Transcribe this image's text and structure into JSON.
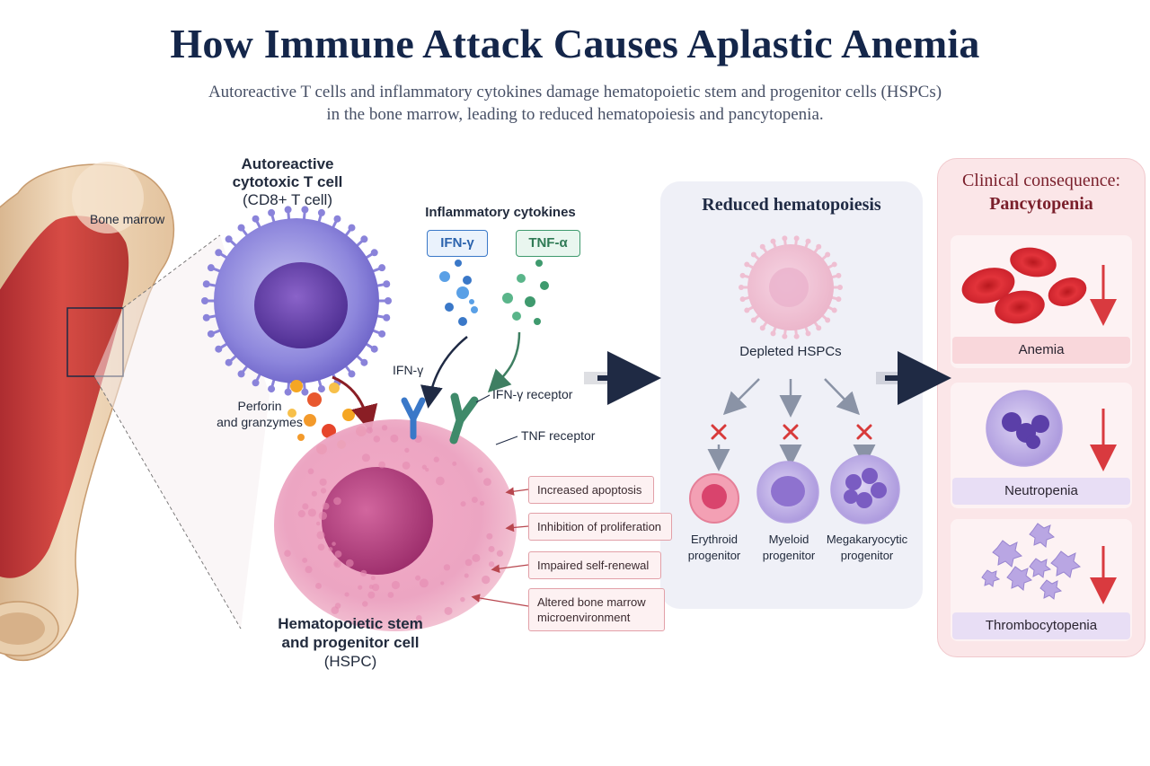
{
  "header": {
    "title": "How Immune Attack Causes Aplastic Anemia",
    "subtitle_line1": "Autoreactive T cells and inflammatory cytokines damage hematopoietic stem and progenitor cells (HSPCs)",
    "subtitle_line2": "in the bone marrow, leading to reduced hematopoiesis and pancytopenia."
  },
  "bone": {
    "label": "Bone marrow"
  },
  "tcell": {
    "title_line1": "Autoreactive",
    "title_line2": "cytotoxic T cell",
    "title_line3": "(CD8+ T cell)",
    "perforin_line1": "Perforin",
    "perforin_line2": "and granzymes"
  },
  "cytokines": {
    "heading": "Inflammatory cytokines",
    "ifn": "IFN-γ",
    "tnf": "TNF-α",
    "ifn_small": "IFN-γ",
    "ifn_receptor": "IFN-γ receptor",
    "tnf_receptor": "TNF receptor"
  },
  "hspc": {
    "label_line1": "Hematopoietic stem",
    "label_line2": "and progenitor cell",
    "label_line3": "(HSPC)",
    "effects": [
      "Increased apoptosis",
      "Inhibition of proliferation",
      "Impaired self-renewal",
      "Altered bone marrow microenvironment"
    ]
  },
  "reduced": {
    "heading": "Reduced hematopoiesis",
    "depleted": "Depleted HSPCs",
    "progenitors": [
      {
        "line1": "Erythroid",
        "line2": "progenitor"
      },
      {
        "line1": "Myeloid",
        "line2": "progenitor"
      },
      {
        "line1": "Megakaryocytic",
        "line2": "progenitor"
      }
    ]
  },
  "consequence": {
    "heading_line1": "Clinical consequence:",
    "heading_line2": "Pancytopenia",
    "items": [
      "Anemia",
      "Neutropenia",
      "Thrombocytopenia"
    ]
  },
  "colors": {
    "title": "#14264a",
    "ifn": "#3a78c8",
    "tnf": "#3f9a6e",
    "effect_border": "#e2a0a8",
    "consequence_heading": "#7a1f2b",
    "down_arrow": "#d93a3f",
    "x_mark": "#d83a3a"
  }
}
